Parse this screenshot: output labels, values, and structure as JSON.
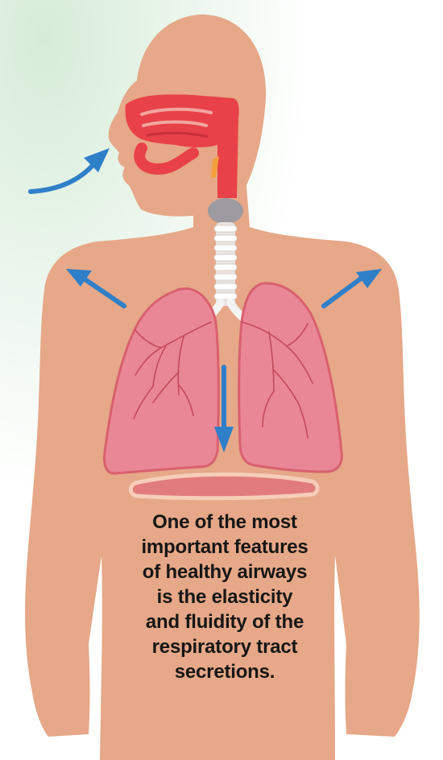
{
  "caption": {
    "lines": [
      "One of the most",
      "important features",
      "of healthy airways",
      "is the elasticity",
      "and fluidity of the",
      "respiratory tract",
      "secretions."
    ]
  },
  "figure": {
    "airflow_arrows": [
      "inhale-arrow",
      "left-chest-arrow",
      "right-chest-arrow",
      "down-arrow"
    ]
  },
  "colors": {
    "skin": "#e6a888",
    "airway": "#e8414a",
    "lung": "#e98796",
    "lung_outline": "#d9606f",
    "diaphragm": "#e27c7c",
    "trachea": "#f3f3f3",
    "larynx": "#9e9aa1",
    "arrow": "#2f7fc8",
    "background_tint": "#dff0e2"
  }
}
